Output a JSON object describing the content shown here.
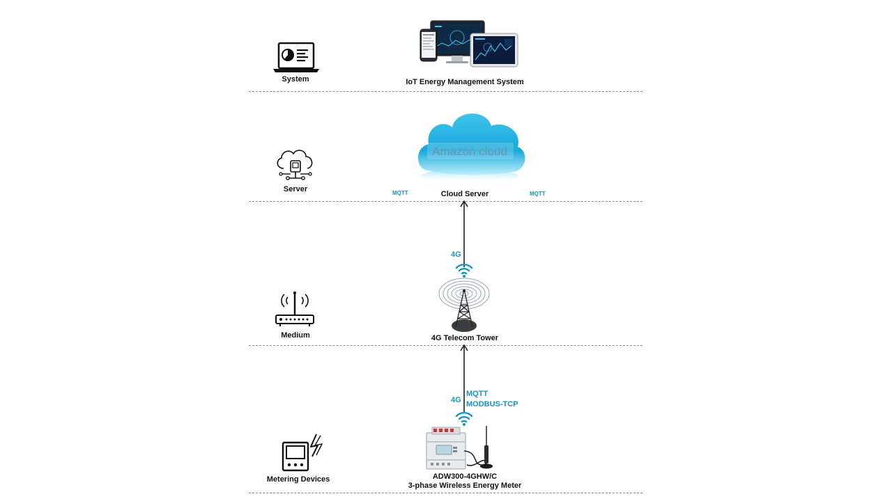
{
  "layers": [
    {
      "id": "system",
      "category": "System",
      "node_label": "IoT Energy Management System"
    },
    {
      "id": "server",
      "category": "Server",
      "node_label": "Cloud Server",
      "cloud_text": "Amazon cloud"
    },
    {
      "id": "medium",
      "category": "Medium",
      "node_label": "4G Telecom Tower"
    },
    {
      "id": "metering",
      "category": "Metering Devices",
      "node_label_line1": "ADW300-4GHW/C",
      "node_label_line2": "3-phase Wireless Energy Meter"
    }
  ],
  "protocols": {
    "server_left": "MQTT",
    "server_right": "MQTT",
    "upper_link": "4G",
    "lower_link": "4G",
    "lower_proto_1": "MQTT",
    "lower_proto_2": "MODBUS-TCP"
  },
  "colors": {
    "accent": "#1795c2",
    "cloud_top": "#3ec3ea",
    "cloud_bottom": "#bfeefb",
    "divider": "#888888"
  },
  "icons": [
    "laptop-chart-icon",
    "devices-image",
    "cloud-server-icon",
    "amazon-cloud-image",
    "router-icon",
    "telecom-tower-image",
    "wifi-signal-icon",
    "meter-icon",
    "energy-meter-image"
  ]
}
